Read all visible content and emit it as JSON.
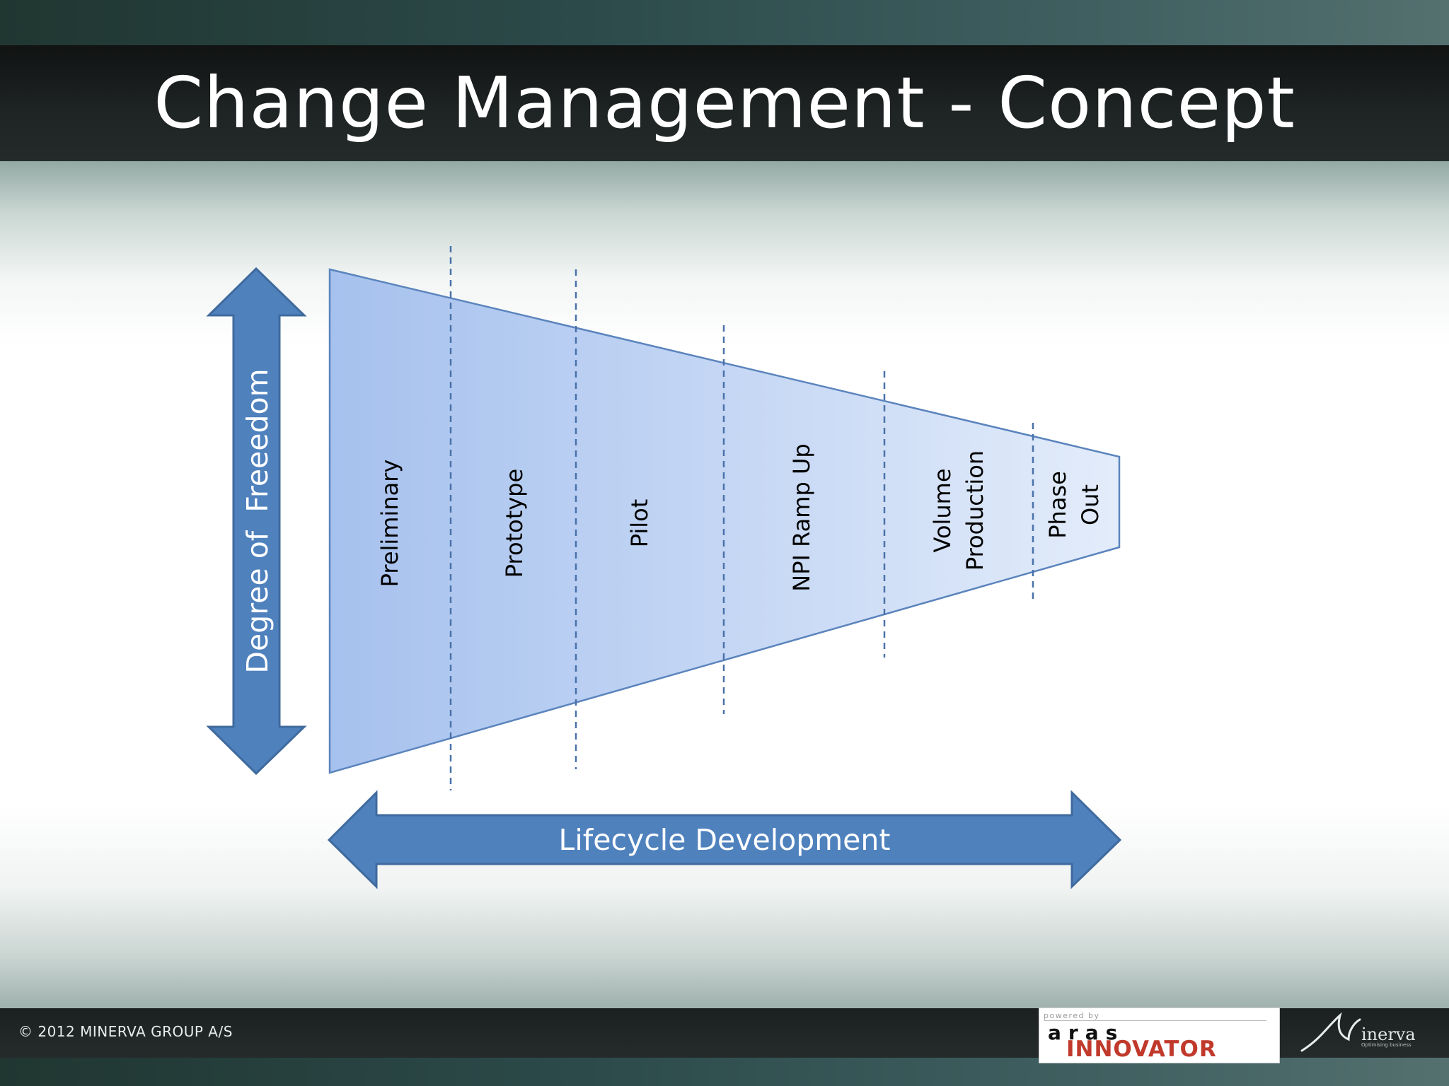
{
  "slide": {
    "title": "Change Management - Concept"
  },
  "diagram": {
    "vertical_arrow_label": "Degree of  Freeedom",
    "horizontal_arrow_label": "Lifecycle Development",
    "phases": [
      {
        "lines": [
          "Preliminary"
        ]
      },
      {
        "lines": [
          "Prototype"
        ]
      },
      {
        "lines": [
          "Pilot"
        ]
      },
      {
        "lines": [
          "NPI Ramp Up"
        ]
      },
      {
        "lines": [
          "Volume",
          "Production"
        ]
      },
      {
        "lines": [
          "Phase",
          "Out"
        ]
      }
    ],
    "colors": {
      "arrow_fill": "#4f81bd",
      "arrow_stroke": "#3f6a9e",
      "funnel_left": "#a6c1ee",
      "funnel_right": "#e3ecfa",
      "funnel_stroke": "#5b84bd",
      "divider": "#4a72aa"
    }
  },
  "footer": {
    "copyright": "© 2012 MINERVA GROUP A/S",
    "logo_aras": {
      "powered_by": "powered by",
      "word": "aras",
      "product": "INNOVATOR"
    },
    "logo_minerva": {
      "word": "inerva",
      "tagline": "Optimising business"
    }
  }
}
